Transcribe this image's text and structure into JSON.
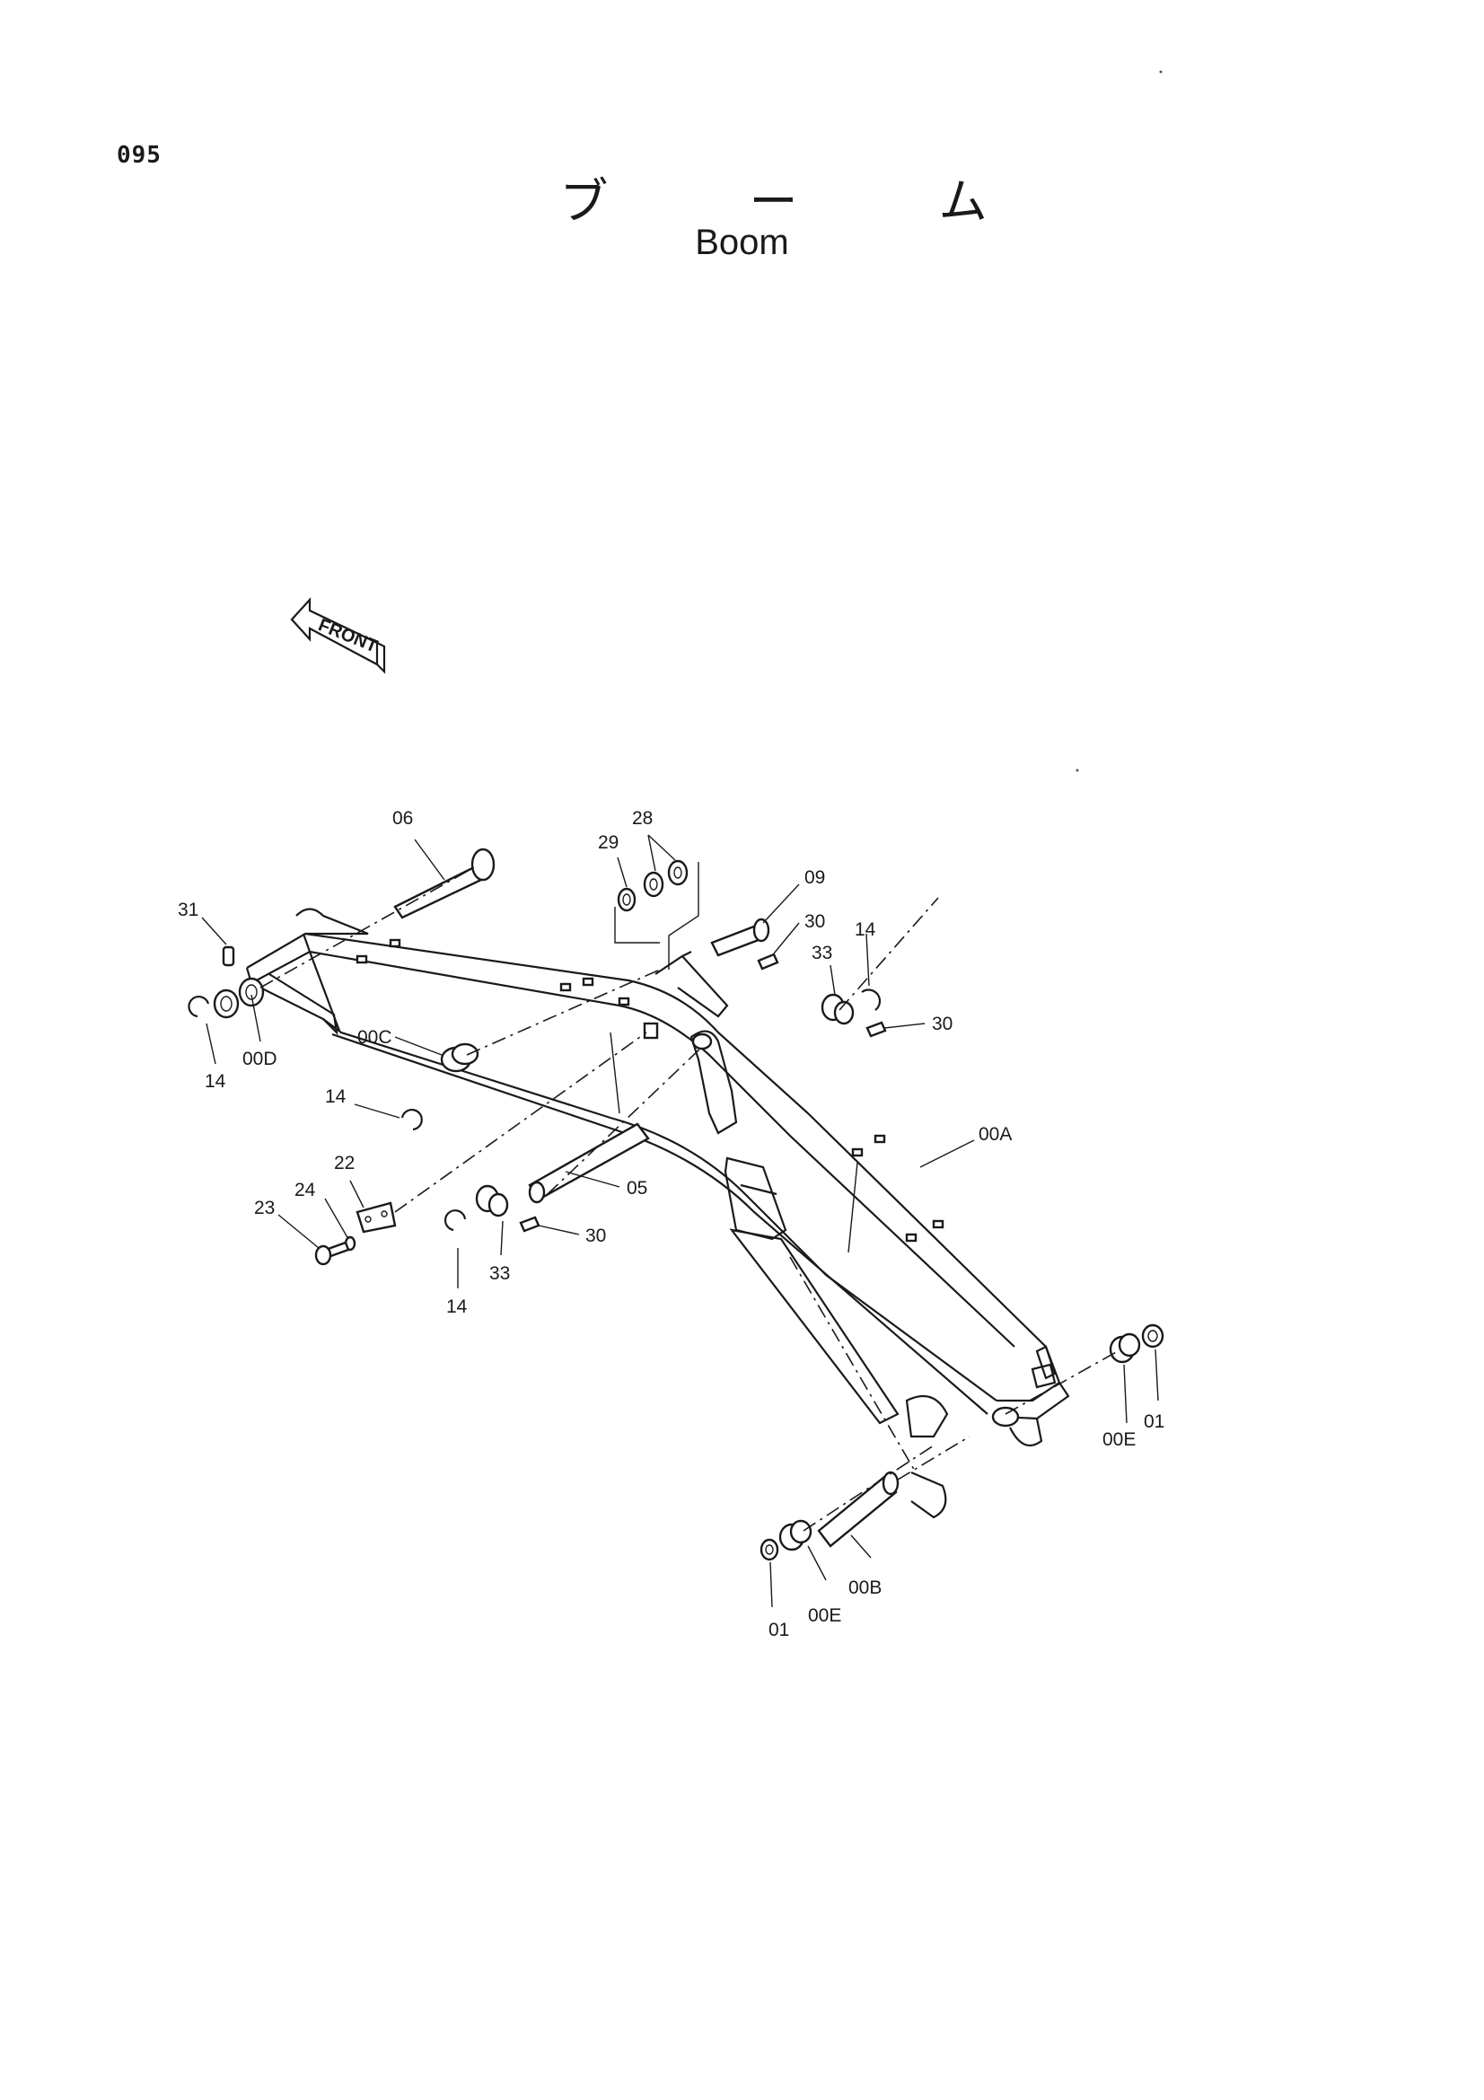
{
  "page_number": "095",
  "title_jp": "ブ ー ム",
  "title_en": "Boom",
  "front_arrow_label": "FRONT",
  "part_labels": {
    "p06": "06",
    "p28": "28",
    "p29": "29",
    "p09": "09",
    "p30a": "30",
    "p14a": "14",
    "p31": "31",
    "p33a": "33",
    "p30b": "30",
    "p14b": "14",
    "p00D": "00D",
    "p00C": "00C",
    "p14c": "14",
    "p00A": "00A",
    "p22": "22",
    "p24": "24",
    "p23": "23",
    "p05": "05",
    "p30c": "30",
    "p33b": "33",
    "p14d": "14",
    "p00E_r": "00E",
    "p01_r": "01",
    "p00B": "00B",
    "p00E_b": "00E",
    "p01_b": "01"
  }
}
